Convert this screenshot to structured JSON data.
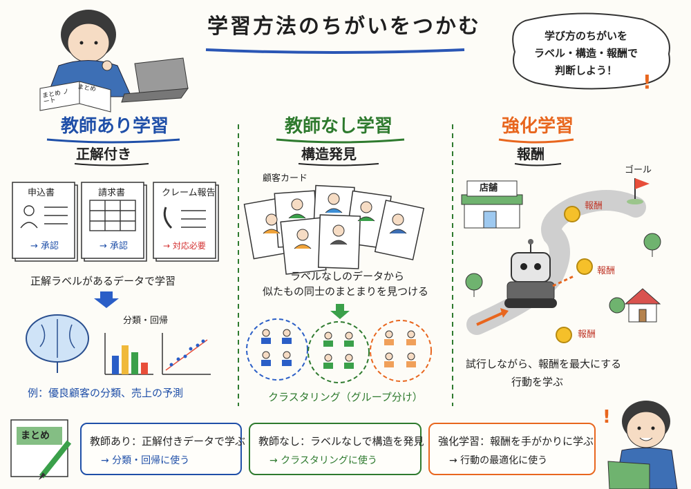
{
  "title": "学習方法のちがいをつかむ",
  "speech_bubble": {
    "line1": "学び方のちがいを",
    "line2": "ラベル・構造・報酬で",
    "line3": "判断しよう！"
  },
  "notebook": {
    "label1": "まとめ ノート",
    "label2": "まとめ"
  },
  "supervised": {
    "title": "教師あり学習",
    "subtitle": "正解付き",
    "docs": [
      {
        "title": "申込書",
        "stamp": "→ 承認"
      },
      {
        "title": "請求書",
        "stamp": "→ 承認"
      },
      {
        "title": "クレーム報告",
        "stamp": "→ 対応必要"
      }
    ],
    "caption": "正解ラベルがあるデータで学習",
    "chart_label": "分類・回帰",
    "example": "例：優良顧客の分類、売上の予測"
  },
  "unsupervised": {
    "title": "教師なし学習",
    "subtitle": "構造発見",
    "card_label": "顧客カード",
    "caption1": "ラベルなしのデータから",
    "caption2": "似たもの同士のまとまりを見つける",
    "cluster_label": "クラスタリング（グループ分け）"
  },
  "reinforcement": {
    "title": "強化学習",
    "subtitle": "報酬",
    "store": "店舗",
    "goal": "ゴール",
    "reward": "報酬",
    "caption1": "試行しながら、報酬を最大にする",
    "caption2": "行動を学ぶ"
  },
  "summary": {
    "label": "まとめ",
    "boxes": [
      {
        "line1": "教師あり：正解付きデータで学ぶ",
        "line2": "→ 分類・回帰に使う"
      },
      {
        "line1": "教師なし：ラベルなしで構造を発見",
        "line2": "→ クラスタリングに使う"
      },
      {
        "line1": "強化学習：報酬を手がかりに学ぶ",
        "line2": "→ 行動の最適化に使う"
      }
    ]
  },
  "colors": {
    "supervised": "#1f4fa8",
    "unsupervised": "#2e7a2e",
    "reinforcement": "#e8661e"
  }
}
